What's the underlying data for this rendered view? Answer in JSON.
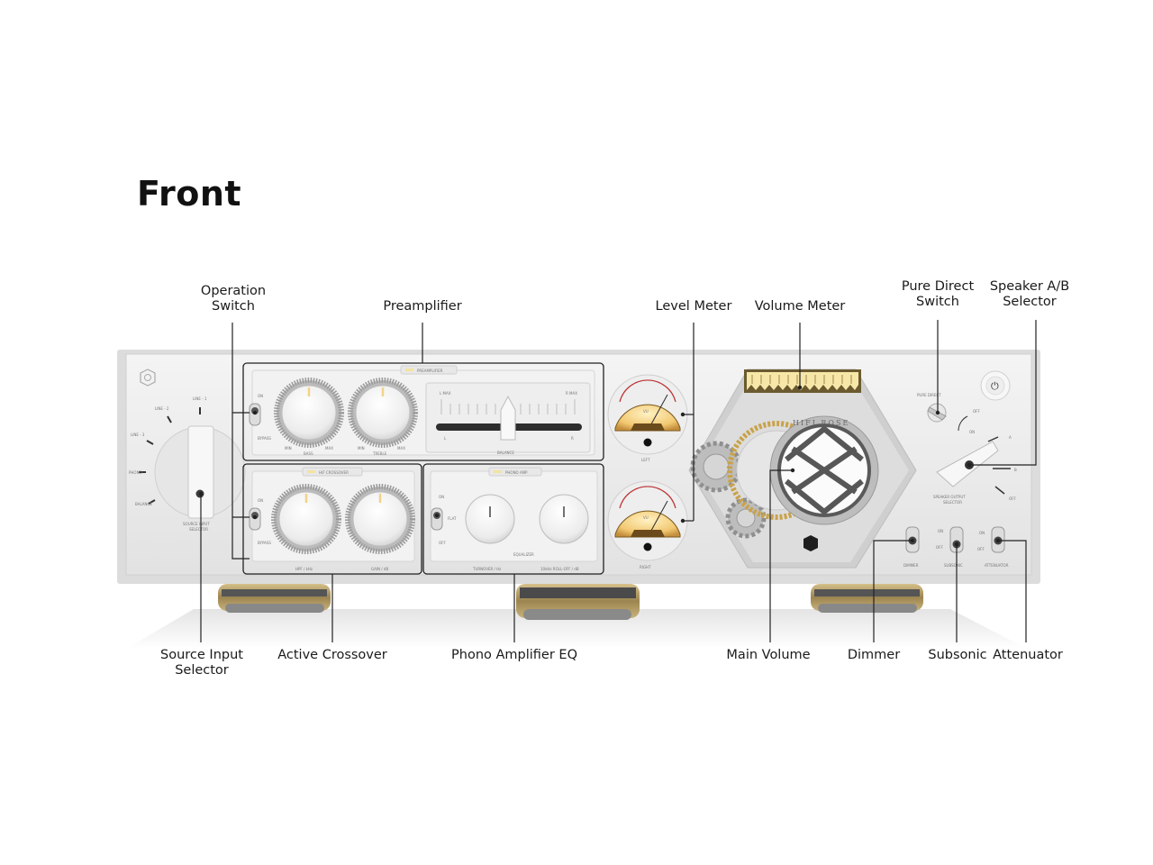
{
  "title": "Front",
  "callouts": {
    "operation_switch": [
      "Operation",
      "Switch"
    ],
    "preamplifier": "Preamplifier",
    "level_meter": "Level Meter",
    "volume_meter": "Volume Meter",
    "pure_direct_switch": [
      "Pure Direct",
      "Switch"
    ],
    "speaker_ab_selector": [
      "Speaker A/B",
      "Selector"
    ],
    "source_input_selector": [
      "Source Input",
      "Selector"
    ],
    "active_crossover": "Active Crossover",
    "phono_amplifier_eq": "Phono Amplifier EQ",
    "main_volume": "Main Volume",
    "dimmer": "Dimmer",
    "subsonic": "Subsonic",
    "attenuator": "Attenuator"
  },
  "panel": {
    "source": {
      "line1": "LINE - 1",
      "line2": "LINE - 2",
      "line3": "LINE - 3",
      "phono": "PHONO",
      "balance": "BALANCE",
      "label1": "SOURCE INPUT",
      "label2": "SELECTOR"
    },
    "preamp": {
      "header": "PREAMPLIFIER",
      "on": "ON",
      "bypass": "BYPASS",
      "bass": "BASS",
      "treble": "TREBLE",
      "min": "MIN",
      "max": "MAX",
      "balance": "BALANCE",
      "lmax": "L MAX",
      "rmax": "R MAX",
      "l": "L",
      "r": "R"
    },
    "crossover": {
      "header": "H/F CROSSOVER",
      "on": "ON",
      "bypass": "BYPASS",
      "hpf": "HPF / kHz",
      "gain": "GAIN / dB"
    },
    "phono": {
      "header": "PHONO AMP",
      "on": "ON",
      "off": "OFF",
      "flat": "FLAT",
      "equalizer": "EQUALIZER",
      "turnover": "TURNOVER / Hz",
      "rolloff": "10kHz ROLL-OFF / dB"
    },
    "meters": {
      "left": "LEFT",
      "right": "RIGHT",
      "vu": "VU"
    },
    "volume": {
      "brand": "HIFI ROSE"
    },
    "right": {
      "pure_direct": "PURE DIRECT",
      "off": "OFF",
      "on": "ON",
      "a": "A",
      "b": "B",
      "speaker_off": "OFF",
      "speaker1": "SPEAKER OUTPUT",
      "speaker2": "SELECTOR",
      "dimmer": "DIMMER",
      "subsonic": "SUBSONIC",
      "attenuator": "ATTENUATOR"
    }
  }
}
